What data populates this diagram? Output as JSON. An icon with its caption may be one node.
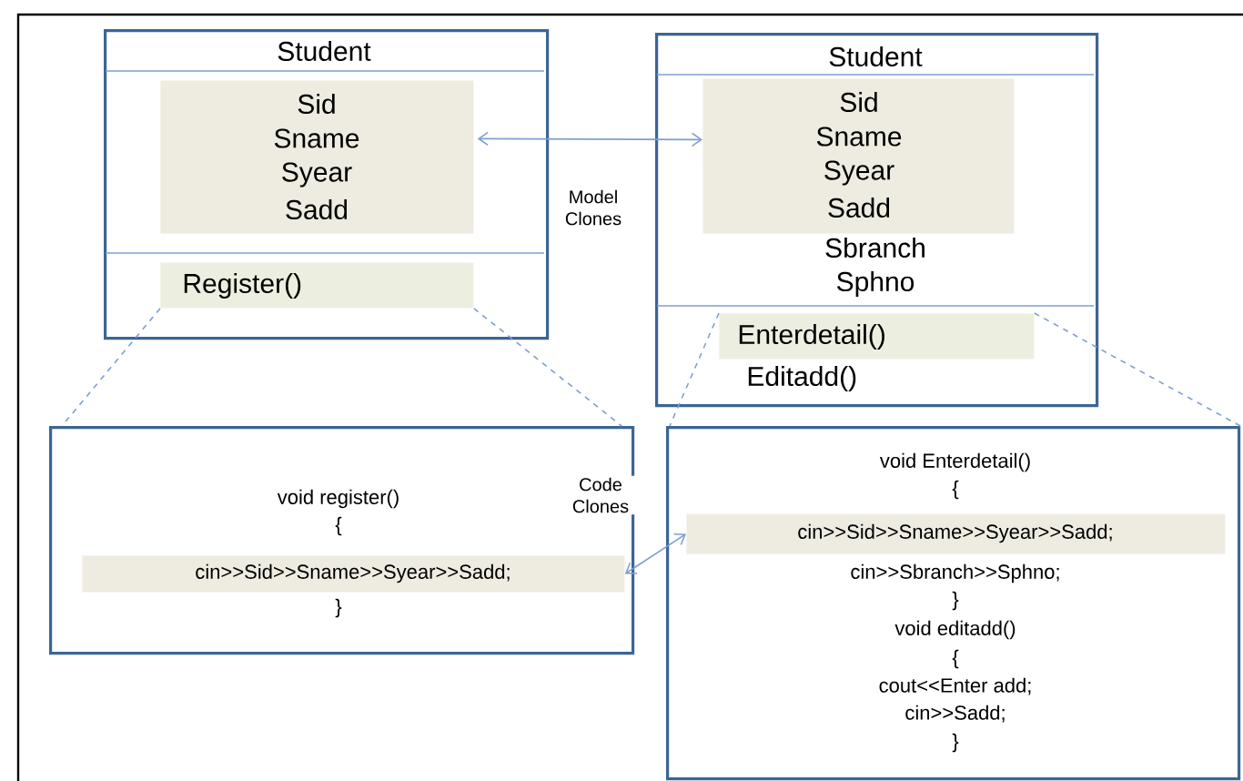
{
  "diagram": {
    "nodes": [
      {
        "text": [
          "Student"
        ]
      },
      {
        "text": [
          "Sid",
          "Sname",
          "Syear",
          "Sadd"
        ],
        "in": 0
      },
      {
        "text": [
          "Register()"
        ],
        "in": 0
      },
      {
        "text": [
          "Student",
          "Sbranch",
          "Sphno",
          "Editadd()"
        ]
      },
      {
        "text": [
          "Sid",
          "Sname",
          "Syear",
          "Sadd"
        ],
        "in": 3
      },
      {
        "text": [
          "Enterdetail()"
        ],
        "in": 3
      },
      {
        "text": [
          "void register()",
          "{",
          "}"
        ]
      },
      {
        "text": [
          "cin>>Sid>>Sname>>Syear>>Sadd;"
        ],
        "in": 6
      },
      {
        "text": [
          "void Enterdetail()",
          "{",
          "cin>>Sbranch>>Sphno;",
          "}",
          "void editadd()",
          "{",
          "cout<<Enter add;",
          "cin>>Sadd;",
          "}"
        ]
      },
      {
        "text": [
          "cin>>Sid>>Sname>>Syear>>Sadd;"
        ],
        "in": 8
      }
    ],
    "edges": [
      {
        "from": 1,
        "to": 4,
        "arrow": "both",
        "label": "Model Clones"
      },
      {
        "from": 7,
        "to": 9,
        "arrow": "both",
        "label": "Code Clones"
      },
      {
        "from": 2,
        "to": 6,
        "arrow": "none",
        "style": "dashed"
      },
      {
        "from": 2,
        "to": 6,
        "arrow": "none",
        "style": "dashed"
      },
      {
        "from": 5,
        "to": 8,
        "arrow": "none",
        "style": "dashed"
      },
      {
        "from": 5,
        "to": 8,
        "arrow": "none",
        "style": "dashed"
      }
    ]
  }
}
